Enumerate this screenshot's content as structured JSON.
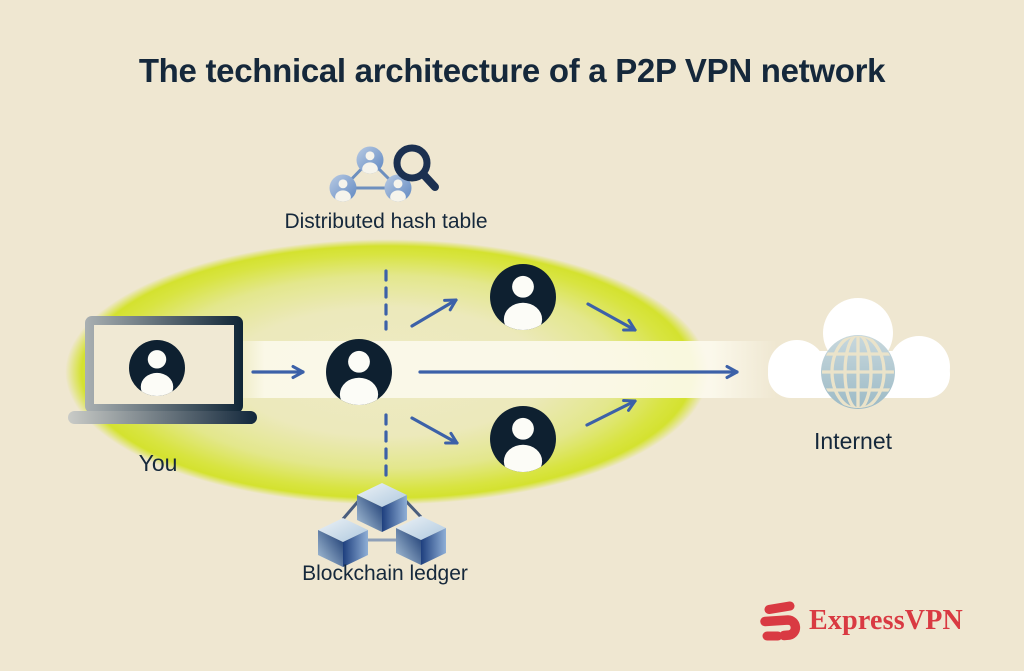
{
  "title": "The technical architecture of a P2P VPN network",
  "nodes": {
    "dht": {
      "label": "Distributed hash table",
      "icon": "network-search-icon"
    },
    "you": {
      "label": "You",
      "icon": "laptop-user-icon"
    },
    "peer_center": {
      "icon": "user-circle-icon"
    },
    "peer_top": {
      "icon": "user-circle-icon"
    },
    "peer_bottom": {
      "icon": "user-circle-icon"
    },
    "internet": {
      "label": "Internet",
      "icon": "cloud-globe-icon"
    },
    "blockchain": {
      "label": "Blockchain ledger",
      "icon": "blockchain-cubes-icon"
    }
  },
  "connections": [
    {
      "from": "you",
      "to": "peer_center",
      "style": "solid-arrow"
    },
    {
      "from": "peer_center",
      "to": "peer_top",
      "style": "solid-arrow"
    },
    {
      "from": "peer_center",
      "to": "internet",
      "style": "solid-arrow"
    },
    {
      "from": "peer_center",
      "to": "peer_bottom",
      "style": "solid-arrow"
    },
    {
      "from": "peer_top",
      "to": "internet",
      "style": "solid-arrow"
    },
    {
      "from": "peer_bottom",
      "to": "internet",
      "style": "solid-arrow"
    },
    {
      "from": "dht",
      "to": "peer_center",
      "style": "dashed"
    },
    {
      "from": "blockchain",
      "to": "peer_center",
      "style": "dashed"
    }
  ],
  "brand": {
    "name": "ExpressVPN",
    "icon": "expressvpn-logo-icon"
  },
  "colors": {
    "background": "#EFE7D1",
    "heading_text": "#15283B",
    "node_dark_navy": "#0E2030",
    "arrow_blue": "#3C61A8",
    "glow_yellow_green": "#D6E335",
    "dht_node_blue": "#6C93C6",
    "cube_blue": "#1E3F7E",
    "globe_blue": "#AEC8D2",
    "cloud_white": "#FFFFFF",
    "brand_red": "#D93A42"
  }
}
